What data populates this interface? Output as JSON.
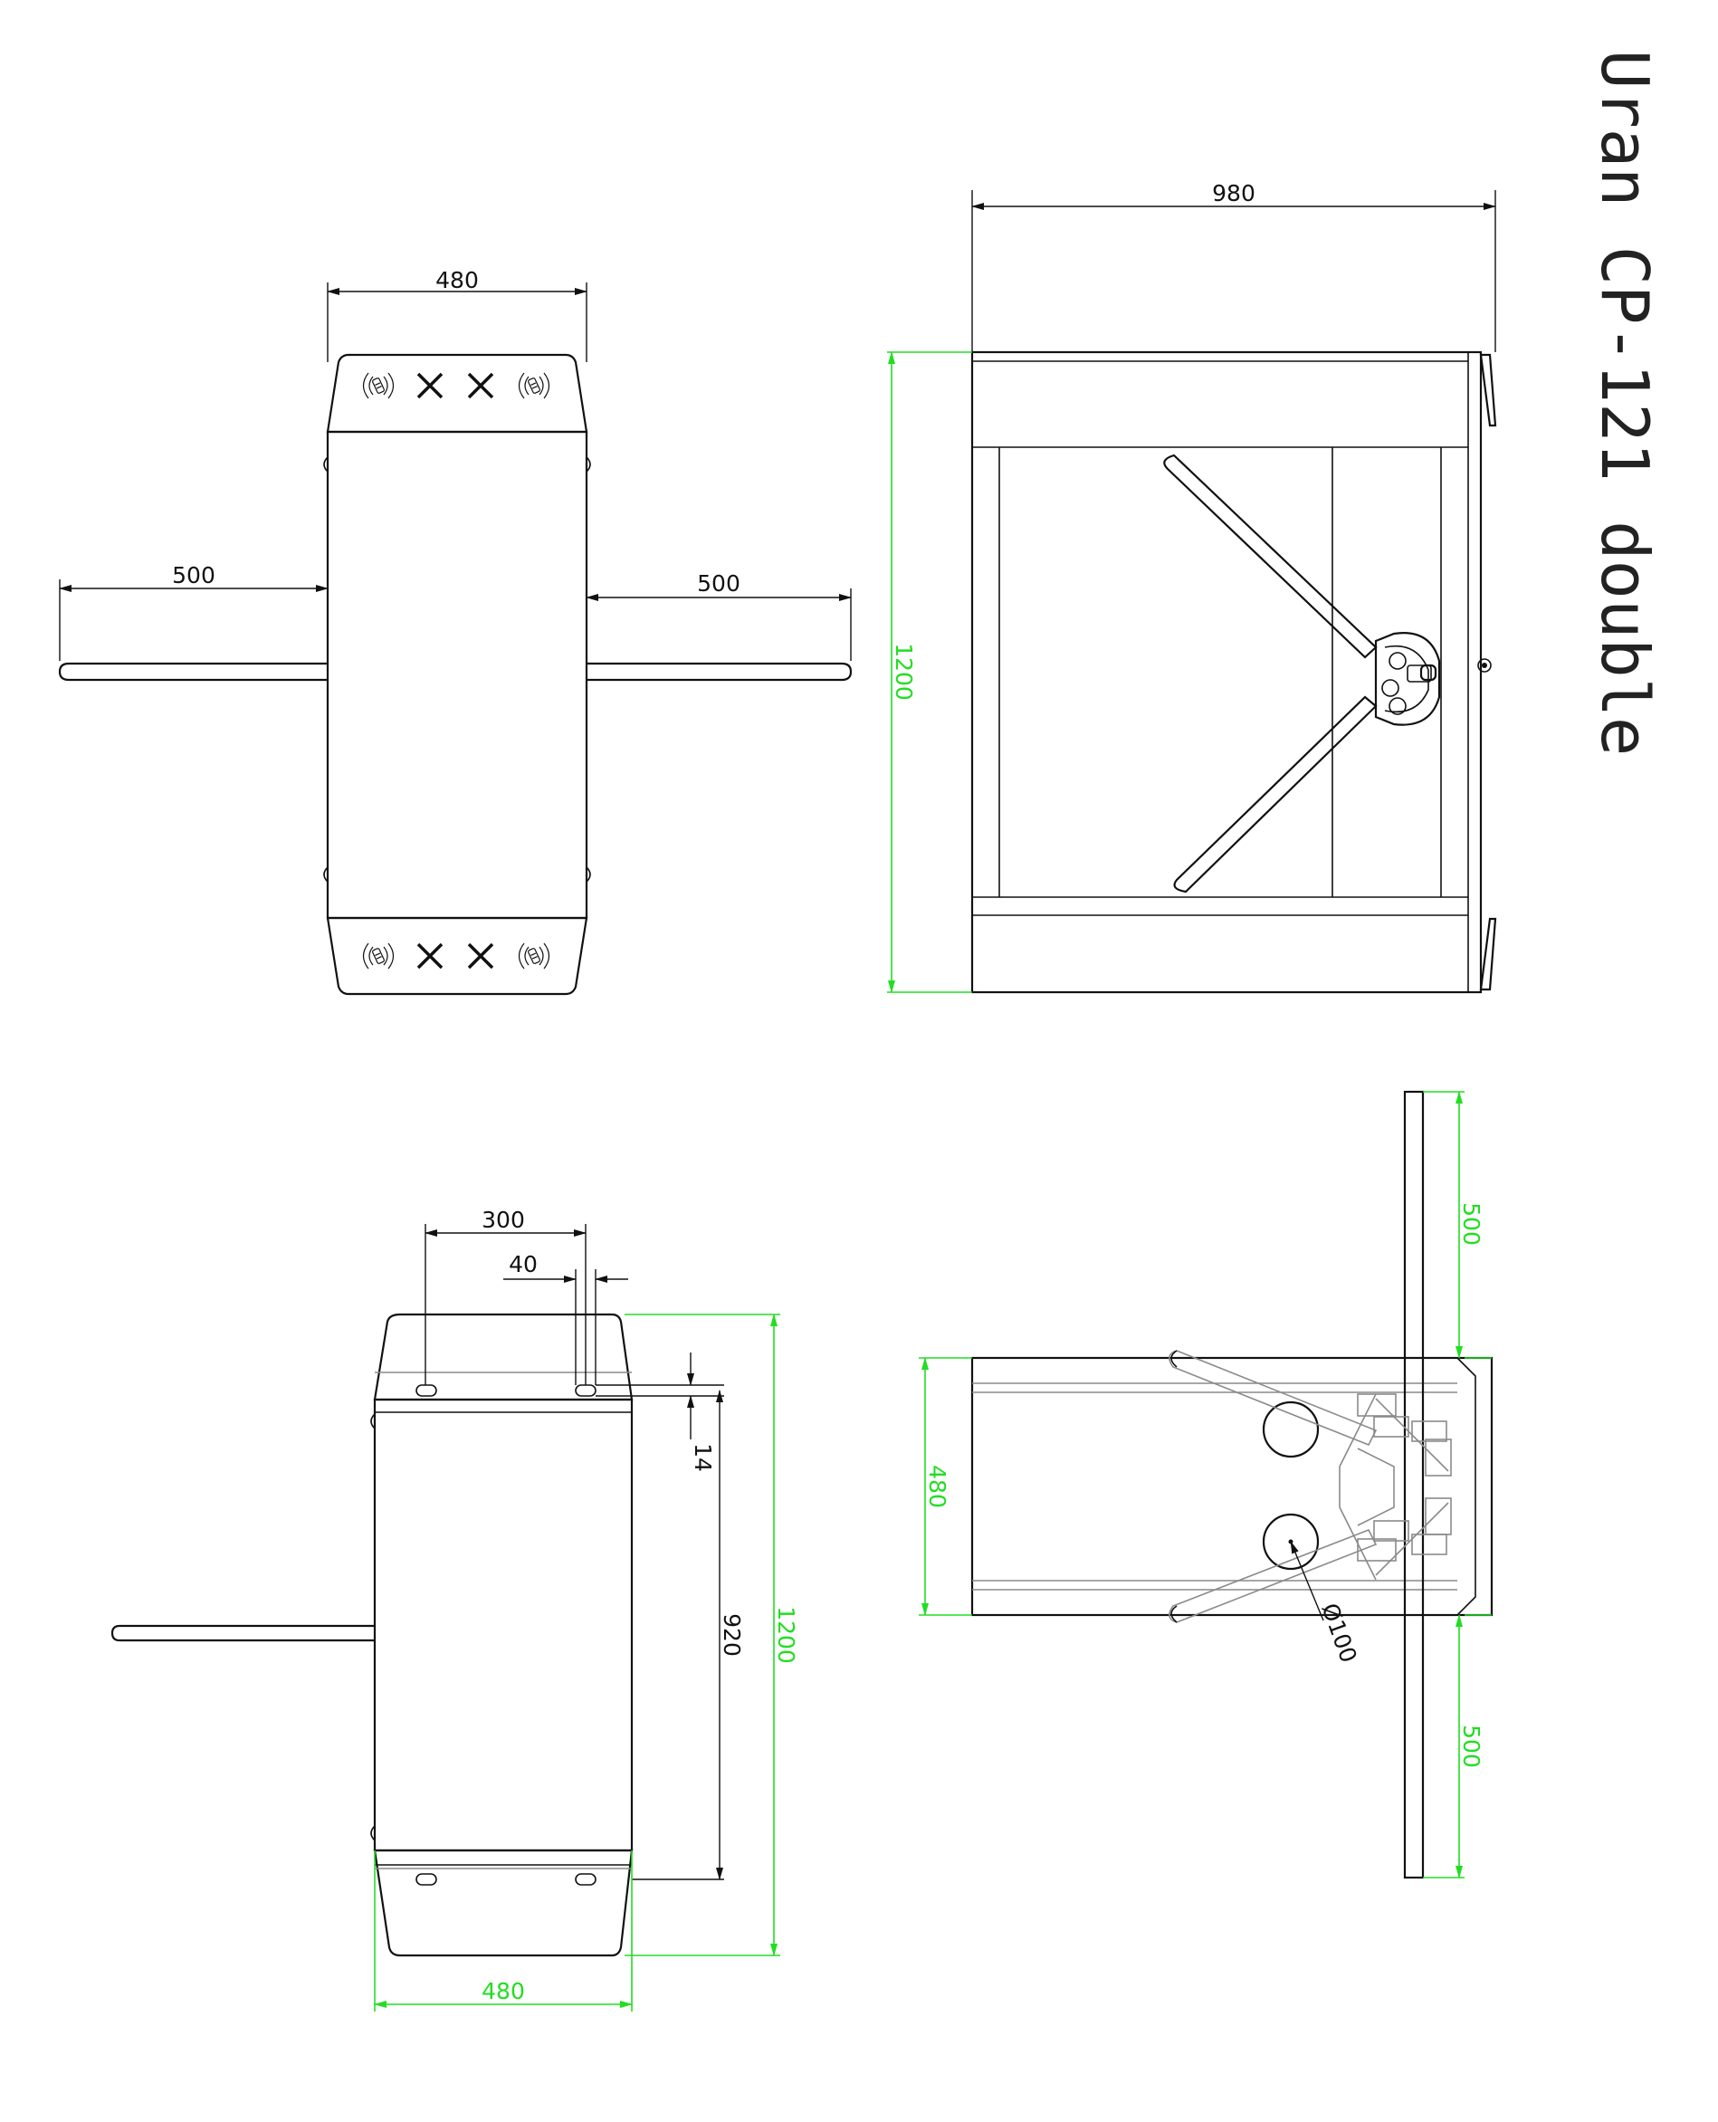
{
  "title": "Uran CP-121 double",
  "colors": {
    "line": "#111111",
    "dimension_green": "#22dd22",
    "hidden_grey": "#8a8a8a"
  },
  "views": {
    "front": {
      "width": "480",
      "arm_left": "500",
      "arm_right": "500"
    },
    "side": {
      "length": "980",
      "height": "1200"
    },
    "base": {
      "hole_spacing": "300",
      "hole_offset": "40",
      "hole_size": "14",
      "hole_pitch": "920",
      "height": "1200",
      "width": "480"
    },
    "top": {
      "width": "480",
      "arm_top": "500",
      "arm_bottom": "500",
      "diameter": "Ø100"
    }
  }
}
